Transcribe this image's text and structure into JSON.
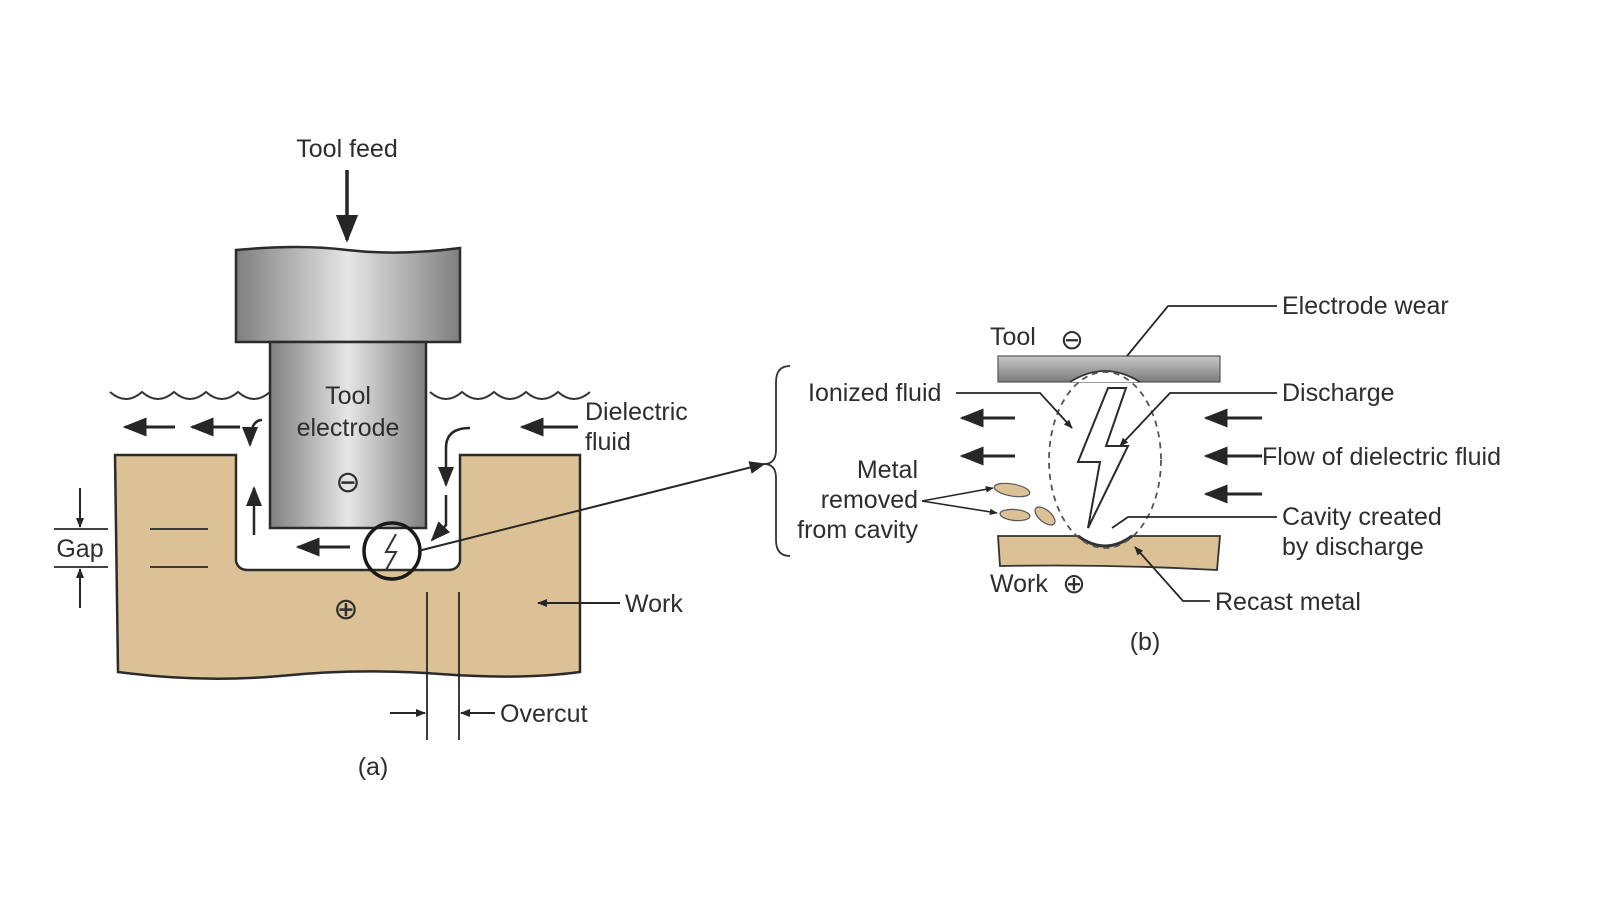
{
  "colors": {
    "work": "#dcc196",
    "work_stroke": "#2b2b2b",
    "tool_dark": "#8c8c8c",
    "tool_light": "#e2e2e2",
    "line": "#262626",
    "background": "#ffffff"
  },
  "panel_a": {
    "tool_feed": "Tool feed",
    "tool_electrode_line1": "Tool",
    "tool_electrode_line2": "electrode",
    "tool_polarity": "⊖",
    "dielectric_line1": "Dielectric",
    "dielectric_line2": "fluid",
    "gap": "Gap",
    "work": "Work",
    "work_polarity": "⊕",
    "overcut": "Overcut",
    "caption": "(a)"
  },
  "panel_b": {
    "tool": "Tool",
    "tool_polarity": "⊖",
    "work": "Work",
    "work_polarity": "⊕",
    "electrode_wear": "Electrode wear",
    "discharge": "Discharge",
    "ionized_fluid": "Ionized fluid",
    "flow": "Flow of dielectric fluid",
    "metal_removed_line1": "Metal",
    "metal_removed_line2": "removed",
    "metal_removed_line3": "from cavity",
    "cavity_line1": "Cavity created",
    "cavity_line2": "by discharge",
    "recast": "Recast metal",
    "caption": "(b)"
  }
}
